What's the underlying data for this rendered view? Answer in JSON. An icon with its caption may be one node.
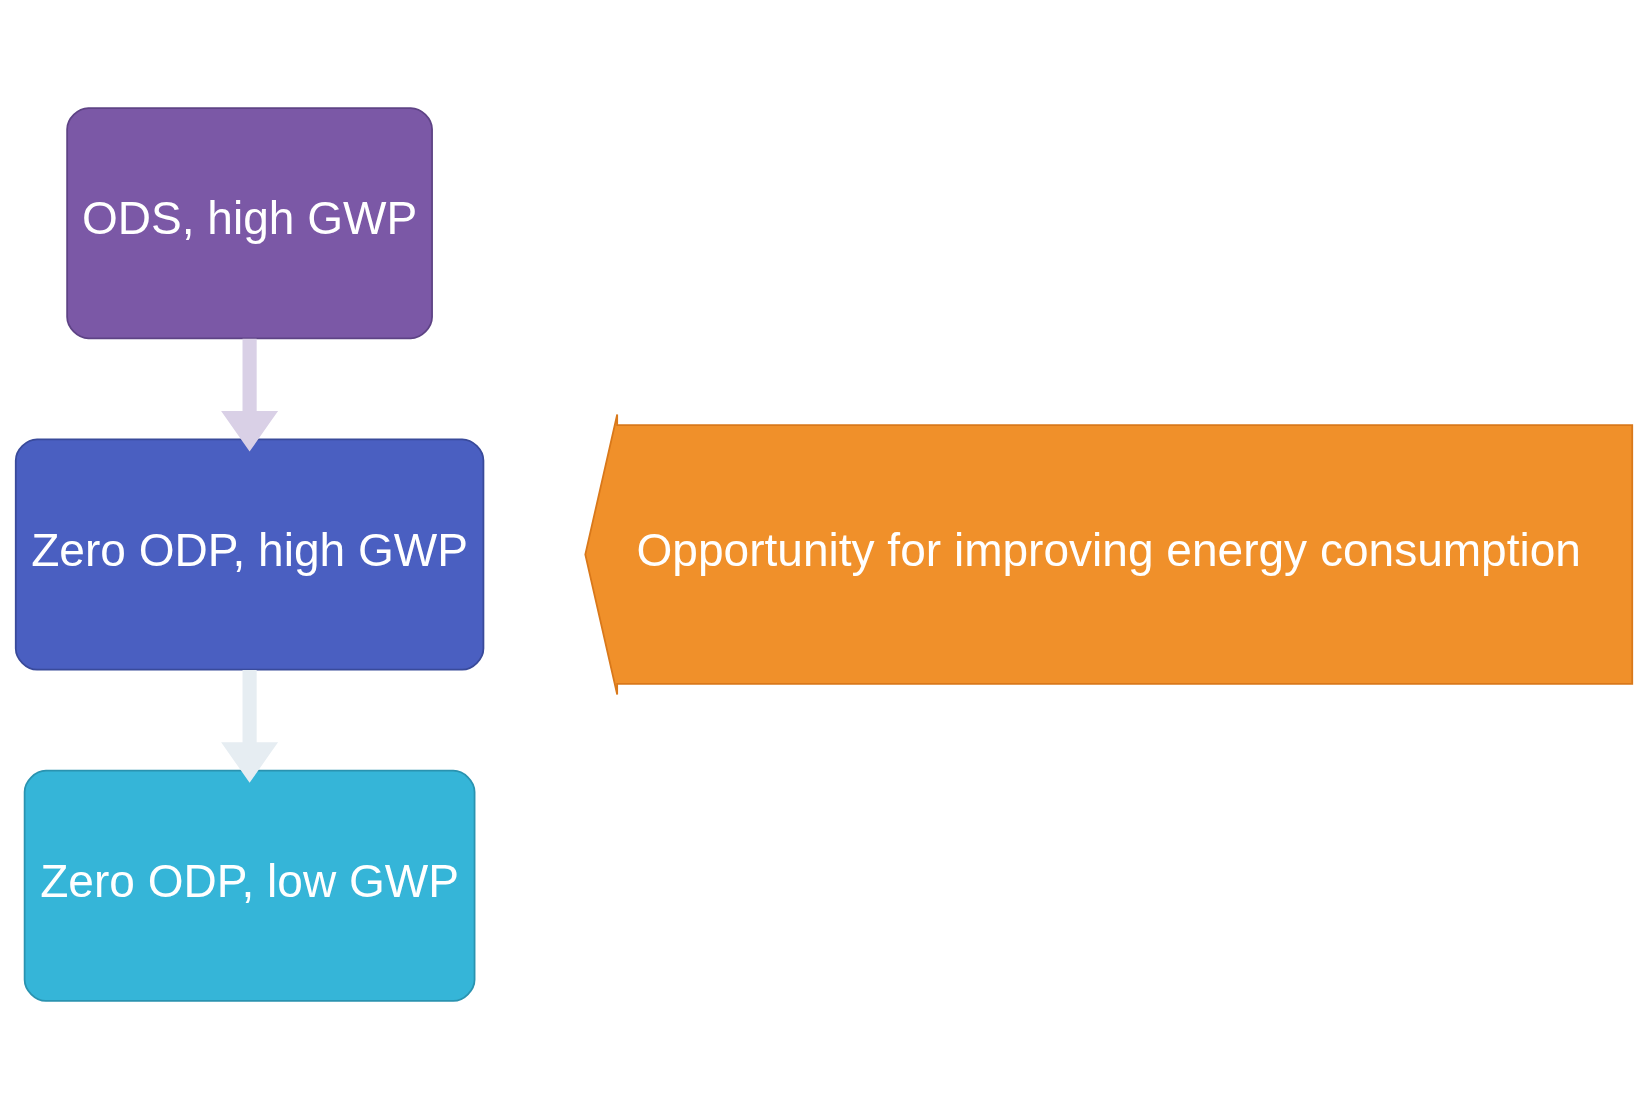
{
  "diagram": {
    "nodes": [
      {
        "text": [
          "ODS, high GWP"
        ]
      },
      {
        "text": [
          "Zero ODP, high GWP"
        ]
      },
      {
        "text": [
          "Zero ODP, low GWP"
        ]
      },
      {
        "text": [
          "Opportunity for improving energy consumption"
        ]
      }
    ],
    "edges": [
      {
        "from": 0,
        "to": 1,
        "arrow": "to",
        "color": "#d9d0e6"
      },
      {
        "from": 1,
        "to": 2,
        "arrow": "to",
        "color": "#e6edf2"
      }
    ]
  }
}
